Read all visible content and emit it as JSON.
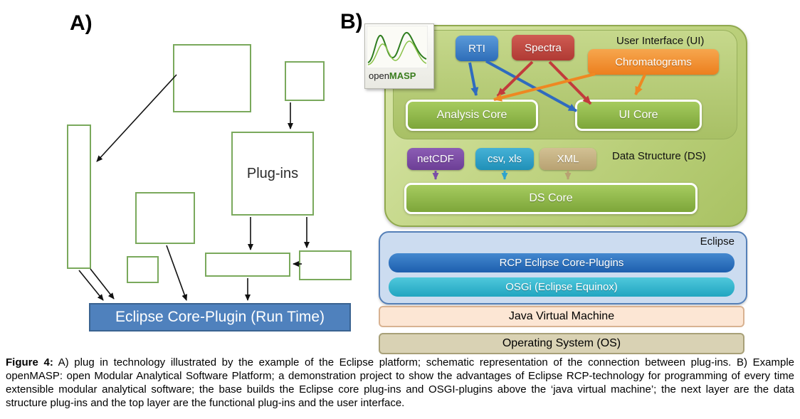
{
  "figure": {
    "panel_a": {
      "label": "A)",
      "plugins_box_label": "Plug-ins",
      "runtime_bar_label": "Eclipse Core-Plugin (Run Time)"
    },
    "panel_b": {
      "label": "B)",
      "logo_text_open": "open",
      "logo_text_masp": "MASP",
      "ui_layer": {
        "label": "User Interface (UI)",
        "modules": [
          {
            "label": "RTI",
            "color": "#2e6db8"
          },
          {
            "label": "Spectra",
            "color": "#b03a34"
          },
          {
            "label": "Chromatograms",
            "color": "#ec7f1e"
          }
        ],
        "cores": [
          {
            "label": "Analysis Core",
            "color": "#8db842"
          },
          {
            "label": "UI Core",
            "color": "#8db842"
          }
        ]
      },
      "ds_layer": {
        "label": "Data Structure (DS)",
        "modules": [
          {
            "label": "netCDF",
            "color": "#6d3f96"
          },
          {
            "label": "csv, xls",
            "color": "#2090b8"
          },
          {
            "label": "XML",
            "color": "#b8a272"
          }
        ],
        "core_label": "DS Core"
      },
      "eclipse_layer": {
        "label": "Eclipse",
        "bars": [
          {
            "label": "RCP Eclipse Core-Plugins",
            "color": "#1d5fae"
          },
          {
            "label": "OSGi (Eclipse Equinox)",
            "color": "#21a5c0"
          }
        ]
      },
      "jvm_layer_label": "Java Virtual Machine",
      "os_layer_label": "Operating System (OS)"
    },
    "caption": {
      "prefix": "Figure 4:",
      "body": " A) plug in technology illustrated by the example of the Eclipse platform; schematic representation of the connection between plug-ins. B) Example openMASP: open Modular Analytical Software Platform; a demonstration project to show the advantages of Eclipse RCP-technology for programming of every time extensible modular analytical software; the base builds the Eclipse core plug-ins and OSGI-plugins above the ‘java virtual machine’; the next layer are the data structure plug-ins and the top layer are the functional plug-ins and the user interface."
    },
    "colors": {
      "panel_a_box_border": "#7aa95c",
      "runtime_bar_blue": "#4f81bd",
      "green_core": "#8db842",
      "green_container": "#c3d686",
      "rti_blue": "#2e6db8",
      "spectra_red": "#b03a34",
      "chromatograms_orange": "#ec7f1e",
      "netcdf_purple": "#6d3f96",
      "csv_teal": "#2090b8",
      "xml_tan": "#b8a272",
      "eclipse_container_blue": "#ccdcf0",
      "eclipse_bar_blue": "#1d5fae",
      "osgi_teal": "#21a5c0",
      "jvm_peach": "#fce6d4",
      "os_tan": "#d9d2b4"
    }
  }
}
